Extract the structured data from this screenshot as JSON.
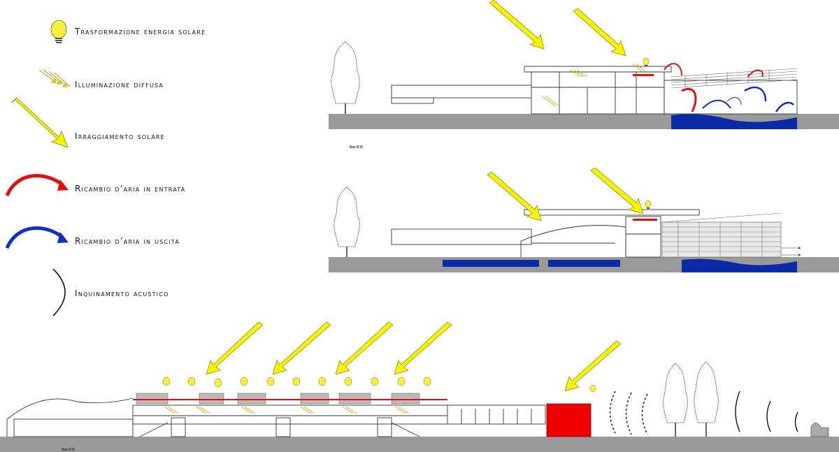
{
  "legend": {
    "items": [
      {
        "key": "solar",
        "label": "Trasformazione energia solare",
        "icon": "lightbulb-icon"
      },
      {
        "key": "diffuse",
        "label": "Illuminazione diffusa",
        "icon": "diffuse-light-arrows-icon"
      },
      {
        "key": "irradiation",
        "label": "Irraggiamento solare",
        "icon": "sun-ray-arrow-icon"
      },
      {
        "key": "air_in",
        "label": "Ricambio d’aria in entrata",
        "icon": "red-airflow-arrow-icon"
      },
      {
        "key": "air_out",
        "label": "Ricambio d’aria in uscita",
        "icon": "blue-airflow-arrow-icon"
      },
      {
        "key": "noise",
        "label": "Inquinamento acustico",
        "icon": "sound-arc-icon"
      }
    ]
  },
  "sections": {
    "top_tag": "Sez D-D",
    "bottom_tag": "Sez D-D"
  },
  "colors": {
    "sun_ray": "#f5f500",
    "bulb": "#f8f040",
    "air_in": "#e01010",
    "air_out": "#1030c0",
    "water": "#0a2aa8",
    "ground": "#9a9a9a",
    "red_block": "#ee0000",
    "line": "#333333"
  }
}
